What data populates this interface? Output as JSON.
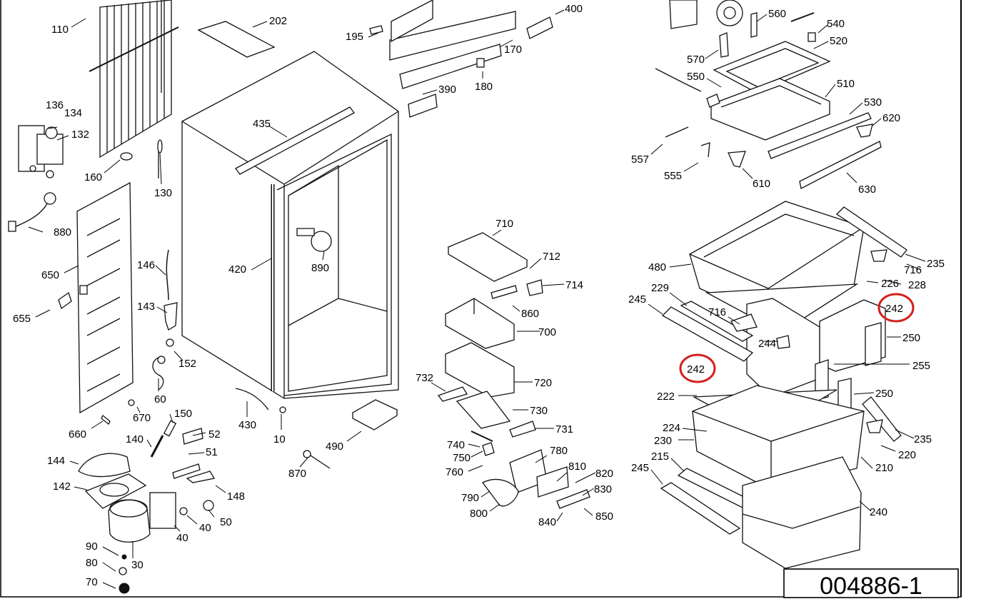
{
  "drawing": {
    "number": "004886-1",
    "highlight_color": "#d42020",
    "highlighted_part": "242",
    "parts": {
      "p110": "110",
      "p136": "136",
      "p134": "134",
      "p132": "132",
      "p160": "160",
      "p130": "130",
      "p880": "880",
      "p650": "650",
      "p655": "655",
      "p146": "146",
      "p143": "143",
      "p152": "152",
      "p60": "60",
      "p670": "670",
      "p660": "660",
      "p150": "150",
      "p140": "140",
      "p52": "52",
      "p51": "51",
      "p148": "148",
      "p144": "144",
      "p142": "142",
      "p50": "50",
      "p40a": "40",
      "p40b": "40",
      "p30": "30",
      "p90": "90",
      "p80": "80",
      "p70": "70",
      "p202": "202",
      "p195": "195",
      "p170": "170",
      "p400": "400",
      "p180": "180",
      "p390": "390",
      "p435": "435",
      "p420": "420",
      "p890": "890",
      "p430": "430",
      "p10": "10",
      "p490": "490",
      "p870": "870",
      "p710": "710",
      "p712": "712",
      "p714": "714",
      "p860": "860",
      "p700": "700",
      "p720": "720",
      "p732": "732",
      "p730": "730",
      "p731": "731",
      "p740": "740",
      "p750": "750",
      "p760": "760",
      "p780": "780",
      "p810": "810",
      "p820": "820",
      "p830": "830",
      "p790": "790",
      "p800": "800",
      "p840": "840",
      "p850": "850",
      "p560": "560",
      "p540": "540",
      "p520": "520",
      "p570": "570",
      "p550": "550",
      "p510": "510",
      "p530": "530",
      "p620": "620",
      "p557": "557",
      "p555": "555",
      "p610": "610",
      "p630": "630",
      "p480": "480",
      "p716a": "716",
      "p235a": "235",
      "p228": "228",
      "p226": "226",
      "p229": "229",
      "p245a": "245",
      "p716b": "716",
      "p242a": "242",
      "p250a": "250",
      "p244": "244",
      "p255": "255",
      "p242b": "242",
      "p222": "222",
      "p250b": "250",
      "p224": "224",
      "p230": "230",
      "p215": "215",
      "p235b": "235",
      "p220": "220",
      "p245b": "245",
      "p210": "210",
      "p240": "240"
    }
  }
}
